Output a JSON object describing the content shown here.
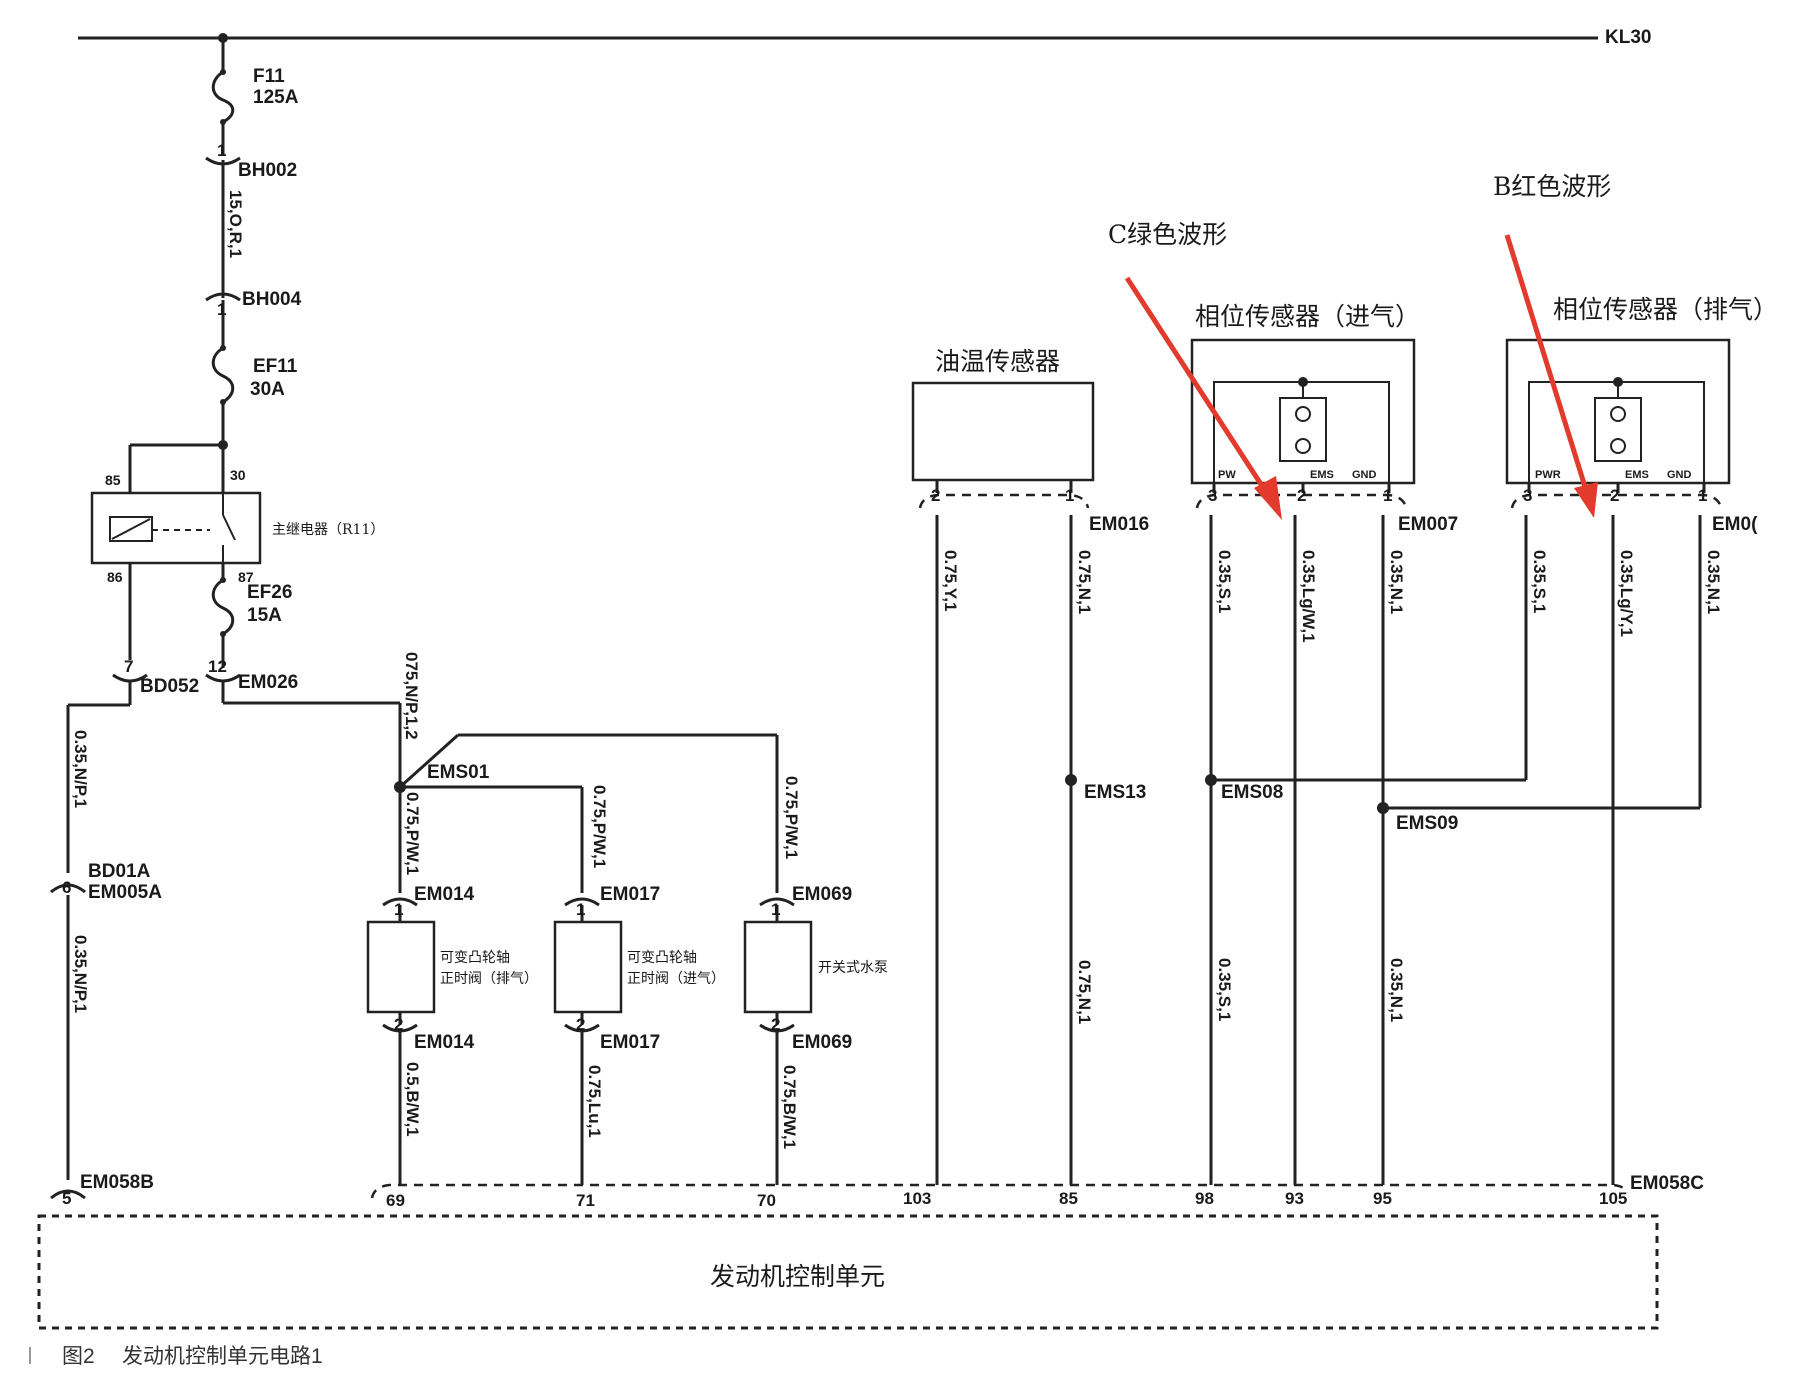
{
  "bus_label": "KL30",
  "fuses": {
    "f11": {
      "name": "F11",
      "rating": "125A"
    },
    "ef11": {
      "name": "EF11",
      "rating": "30A"
    },
    "ef26": {
      "name": "EF26",
      "rating": "15A"
    }
  },
  "connectors": {
    "bh002": "BH002",
    "bh004": "BH004",
    "bd052": "BD052",
    "em026": "EM026",
    "bd01a": "BD01A",
    "em005a": "EM005A",
    "em058b": "EM058B",
    "em058c": "EM058C",
    "em014_top": "EM014",
    "em014_bot": "EM014",
    "em017_top": "EM017",
    "em017_bot": "EM017",
    "em069_top": "EM069",
    "em069_bot": "EM069",
    "em016": "EM016",
    "em007": "EM007",
    "em00x": "EM0("
  },
  "splices": {
    "ems01": "EMS01",
    "ems13": "EMS13",
    "ems08": "EMS08",
    "ems09": "EMS09"
  },
  "wires": {
    "w_15or1": "15,O,R,1",
    "w_np1_a": "0.35,N/P,1",
    "w_np1_b": "0.35,N/P,1",
    "w_np12": "075,N/P,1,2",
    "w_pw1_a": "0.75,P/W,1",
    "w_pw1_b": "0.75,P/W,1",
    "w_pw1_c": "0.75,P/W,1",
    "w_bw1_a": "0.5,B/W,1",
    "w_lu1": "0.75,Lu,1",
    "w_bw1_b": "0.75,B/W,1",
    "w_y1": "0.75,Y,1",
    "w_n1_a": "0.75,N,1",
    "w_n1_b": "0.75,N,1",
    "w_s1_a": "0.35,S,1",
    "w_s1_b": "0.35,S,1",
    "w_lgw1": "0.35,Lg/W,1",
    "w_n1_c": "0.35,N,1",
    "w_n1_d": "0.35,N,1",
    "w_s1_c": "0.35,S,1",
    "w_lgy1": "0.35,Lg/Y,1",
    "w_n1_e": "0.35,N,1"
  },
  "relay": {
    "label": "主继电器（R11）",
    "pins": {
      "p85": "85",
      "p30": "30",
      "p86": "86",
      "p87": "87"
    }
  },
  "components": {
    "vvt_exhaust": {
      "line1": "可变凸轮轴",
      "line2": "正时阀（排气）"
    },
    "vvt_intake": {
      "line1": "可变凸轮轴",
      "line2": "正时阀（进气）"
    },
    "water_pump": "开关式水泵",
    "oil_temp_sensor": "油温传感器",
    "phase_sensor_intake": "相位传感器（进气）",
    "phase_sensor_exhaust": "相位传感器（排气）",
    "ecu": "发动机控制单元"
  },
  "sensor_inner": {
    "pwr": "PWR",
    "pw": "PW",
    "ems": "EMS",
    "gnd": "GND"
  },
  "pin_numbers": {
    "f11_1": "1",
    "bh004_1": "1",
    "bd052_7": "7",
    "em026_12": "12",
    "bd01a_6": "6",
    "em058b_5": "5",
    "em014_1": "1",
    "em014_2": "2",
    "em017_1": "1",
    "em017_2": "2",
    "em069_1": "1",
    "em069_2": "2",
    "oil_2": "2",
    "oil_1": "1",
    "pin_in_3": "3",
    "pin_in_2": "2",
    "pin_in_1": "1",
    "pin_ex_3": "3",
    "pin_ex_2": "2",
    "pin_ex_1": "1",
    "ecu_69": "69",
    "ecu_71": "71",
    "ecu_70": "70",
    "ecu_103": "103",
    "ecu_85": "85",
    "ecu_98": "98",
    "ecu_93": "93",
    "ecu_95": "95",
    "ecu_105": "105"
  },
  "annotations": {
    "c_wave": "C绿色波形",
    "b_wave": "B红色波形"
  },
  "caption": {
    "fig": "图2",
    "title": "发动机控制单元电路1"
  },
  "colors": {
    "line": "#222222",
    "annotation_arrow": "#e23a2c"
  }
}
